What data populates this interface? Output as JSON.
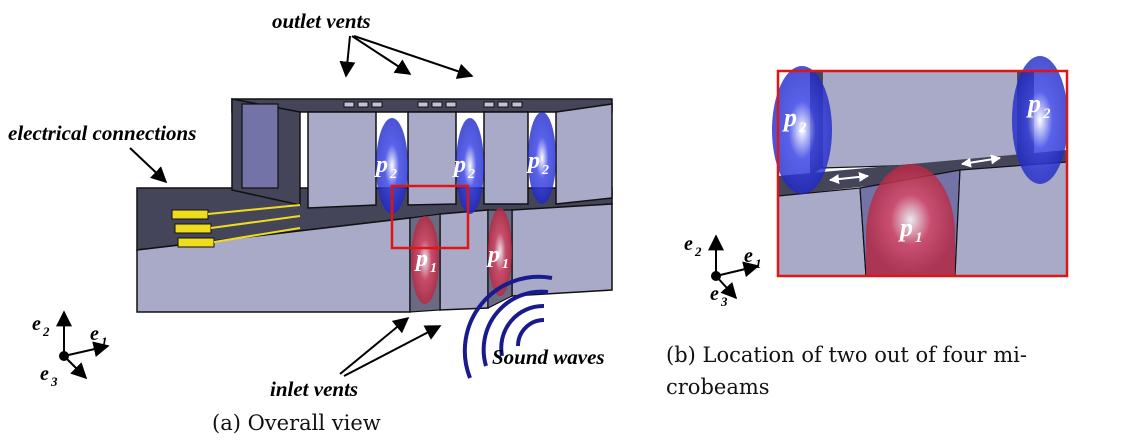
{
  "panel_a": {
    "outlet_label": "outlet vents",
    "electrical_label": "electrical connections",
    "inlet_label": "inlet vents",
    "sound_label": "Sound waves",
    "p2_label": "p",
    "p2_sub": "2",
    "p1_label": "p",
    "p1_sub": "1",
    "caption": "(a) Overall view"
  },
  "panel_b": {
    "p2_label": "p",
    "p2_sub": "2",
    "p1_label": "p",
    "p1_sub": "1",
    "caption_line1": "(b) Location of two out of four mi-",
    "caption_line2": "crobeams"
  },
  "axes": {
    "e": "e",
    "sub1": "1",
    "sub2": "2",
    "sub3": "3"
  },
  "colors": {
    "gray_front": "#a9a9c8",
    "gray_dark": "#45455a",
    "gray_top": "#c4c4d9",
    "blue_pressure": "#2a33d6",
    "red_pressure": "#d23b57",
    "highlight_box": "#e01616",
    "sound_wave": "#1a1a8f",
    "connector": "#f0dc1e"
  }
}
